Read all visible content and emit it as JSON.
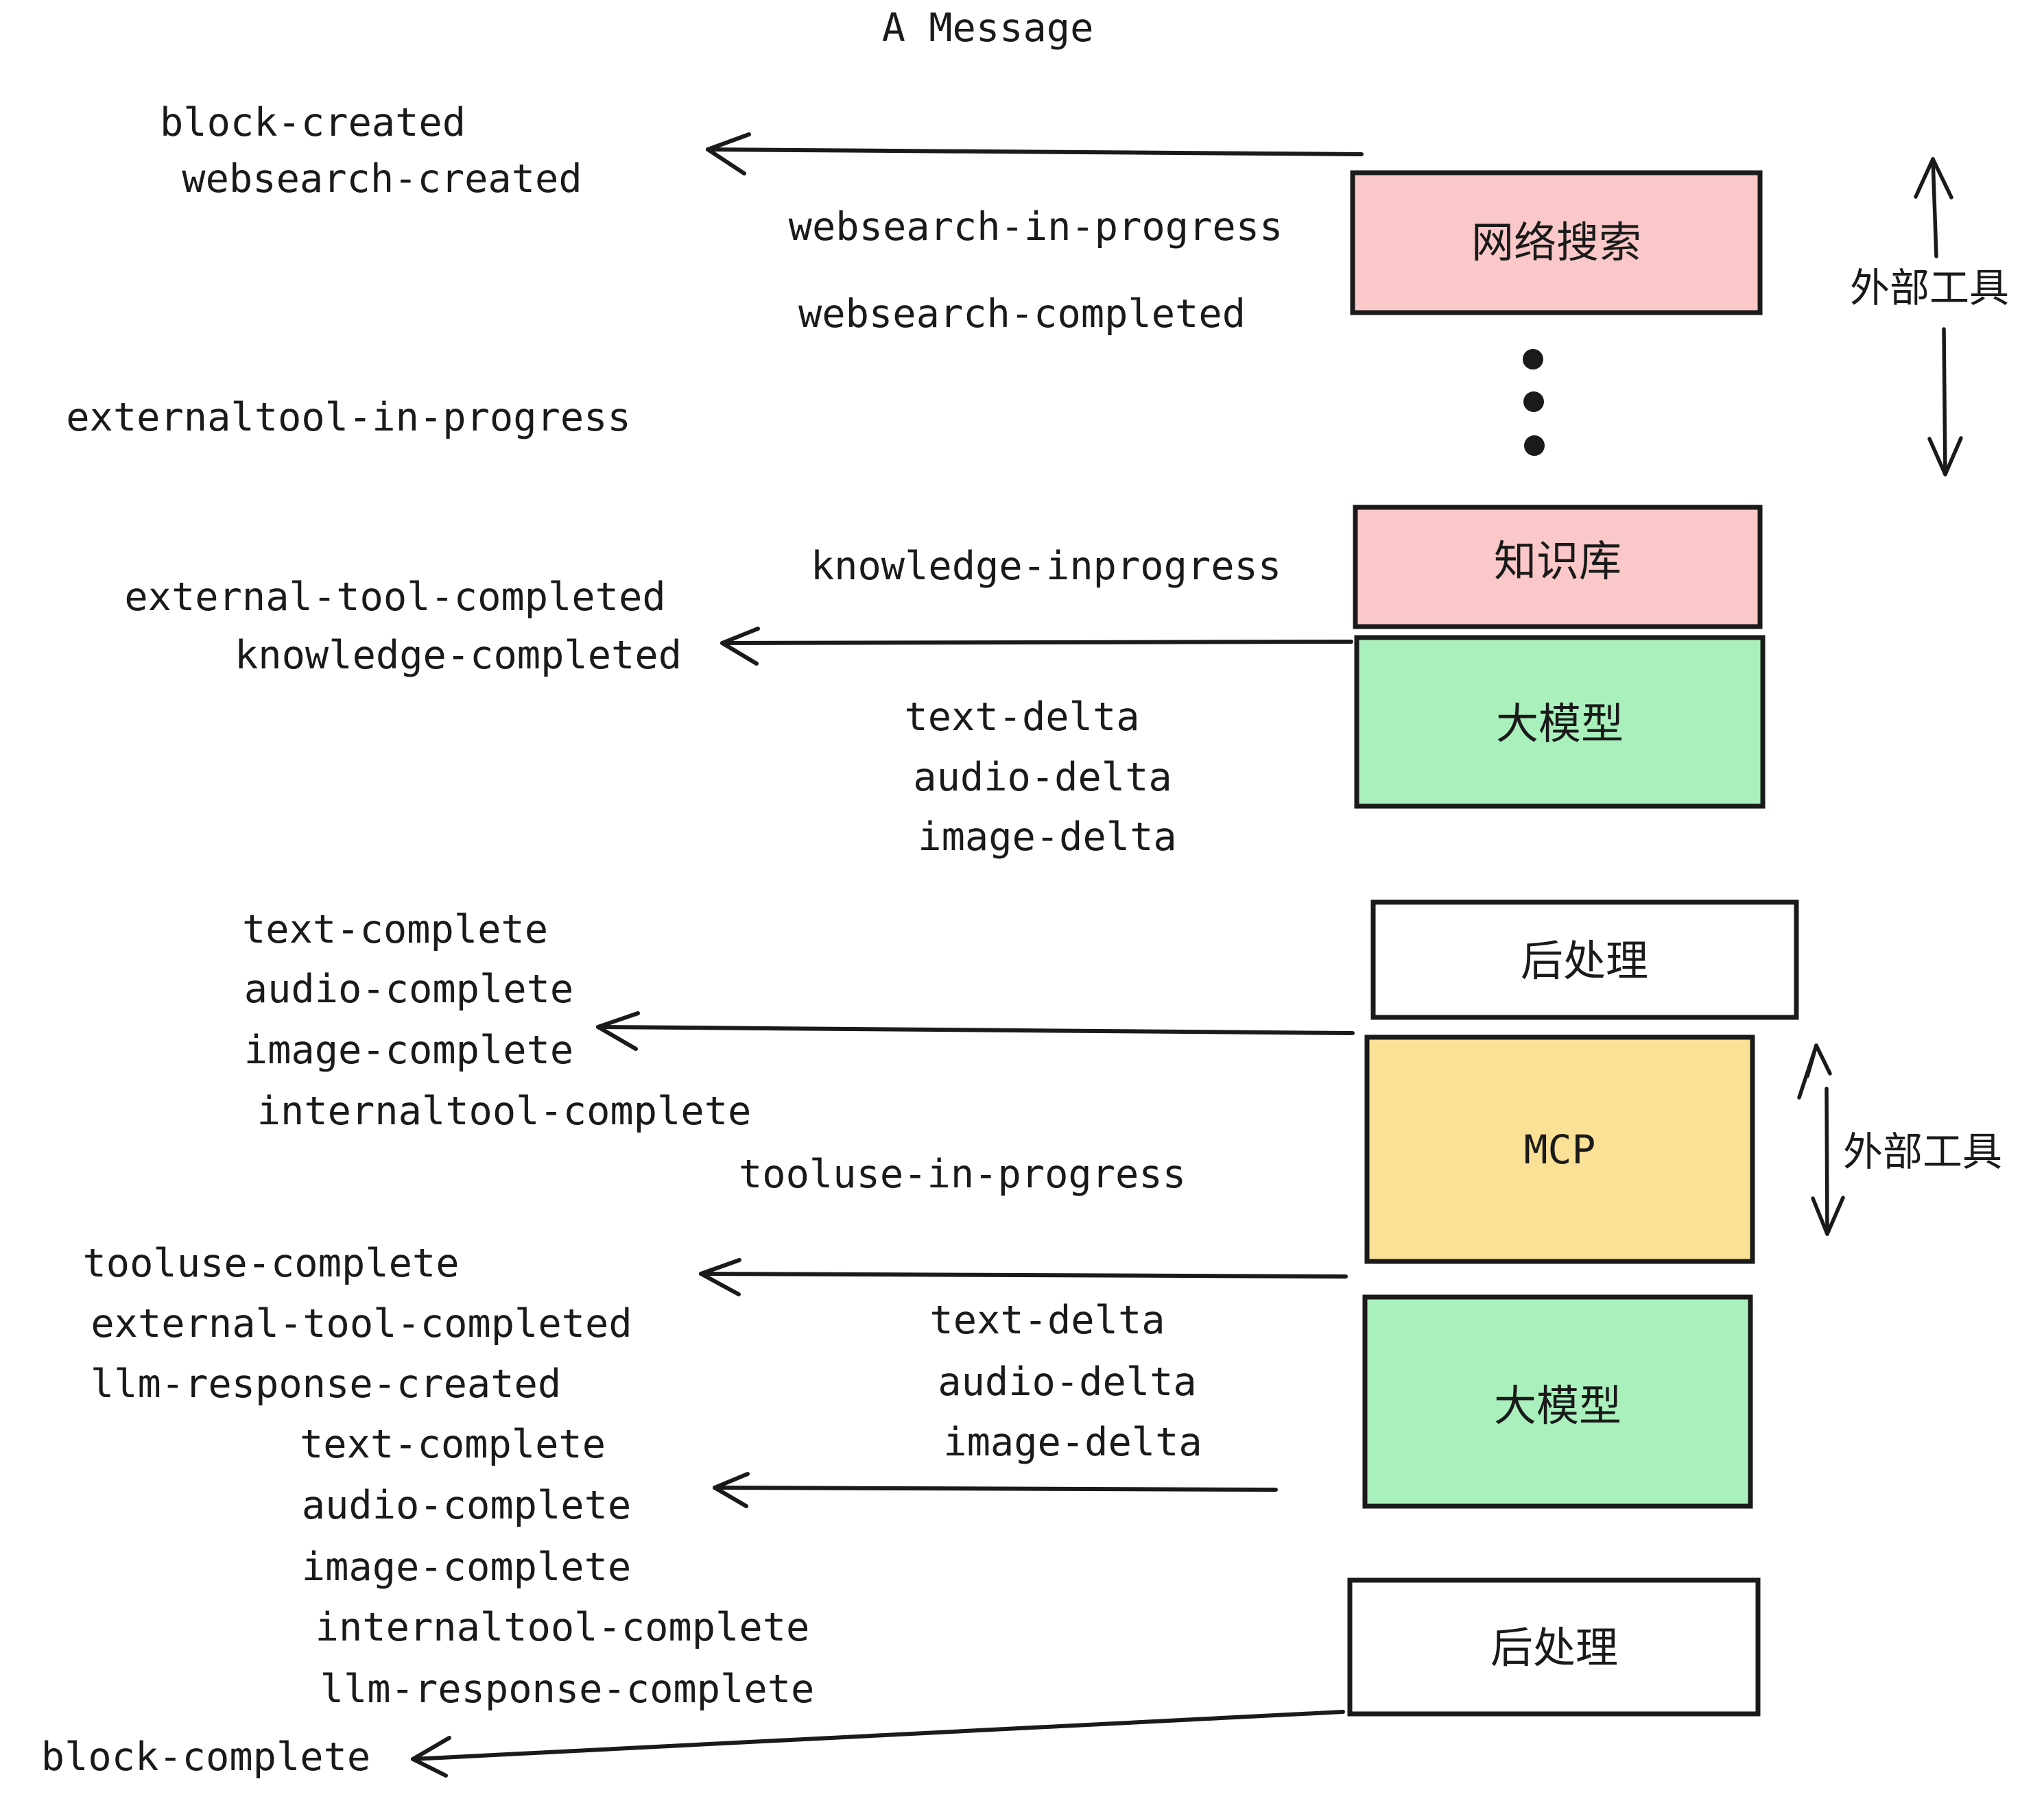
{
  "diagram": {
    "title": "A Message",
    "event_labels": {
      "block_created": "block-created",
      "websearch_created": "websearch-created",
      "websearch_in_progress": "websearch-in-progress",
      "websearch_completed": "websearch-completed",
      "externaltool_in_progress": "externaltool-in-progress",
      "knowledge_inprogress": "knowledge-inprogress",
      "external_tool_completed_1": "external-tool-completed",
      "knowledge_completed": "knowledge-completed",
      "text_delta_1": "text-delta",
      "audio_delta_1": "audio-delta",
      "image_delta_1": "image-delta",
      "text_complete_1": "text-complete",
      "audio_complete_1": "audio-complete",
      "image_complete_1": "image-complete",
      "internaltool_complete_1": "internaltool-complete",
      "tooluse_in_progress": "tooluse-in-progress",
      "tooluse_complete": "tooluse-complete",
      "external_tool_completed_2": "external-tool-completed",
      "llm_response_created": "llm-response-created",
      "text_delta_2": "text-delta",
      "audio_delta_2": "audio-delta",
      "image_delta_2": "image-delta",
      "text_complete_2": "text-complete",
      "audio_complete_2": "audio-complete",
      "image_complete_2": "image-complete",
      "internaltool_complete_2": "internaltool-complete",
      "llm_response_complete": "llm-response-complete",
      "block_complete": "block-complete"
    },
    "nodes": [
      {
        "id": "websearch",
        "label": "网络搜索",
        "color": "#fac8c8",
        "script": "cjk"
      },
      {
        "id": "knowledge",
        "label": "知识库",
        "color": "#fac8c8",
        "script": "cjk"
      },
      {
        "id": "llm-1",
        "label": "大模型",
        "color": "#aaf0bd",
        "script": "cjk"
      },
      {
        "id": "postprocess-1",
        "label": "后处理",
        "color": "#ffffff",
        "script": "cjk"
      },
      {
        "id": "mcp",
        "label": "MCP",
        "color": "#fae196",
        "script": "latin"
      },
      {
        "id": "llm-2",
        "label": "大模型",
        "color": "#aaf0bd",
        "script": "cjk"
      },
      {
        "id": "postprocess-2",
        "label": "后处理",
        "color": "#ffffff",
        "script": "cjk"
      }
    ],
    "side_annotations": {
      "external_tools_top": "外部工具",
      "external_tools_bottom": "外部工具"
    },
    "ellipsis_marker": "vertical-three-dots",
    "colors": {
      "pink": "#fac8c8",
      "green": "#aaf0bd",
      "yellow": "#fae196",
      "white": "#ffffff",
      "stroke": "#1a1a1a"
    }
  }
}
